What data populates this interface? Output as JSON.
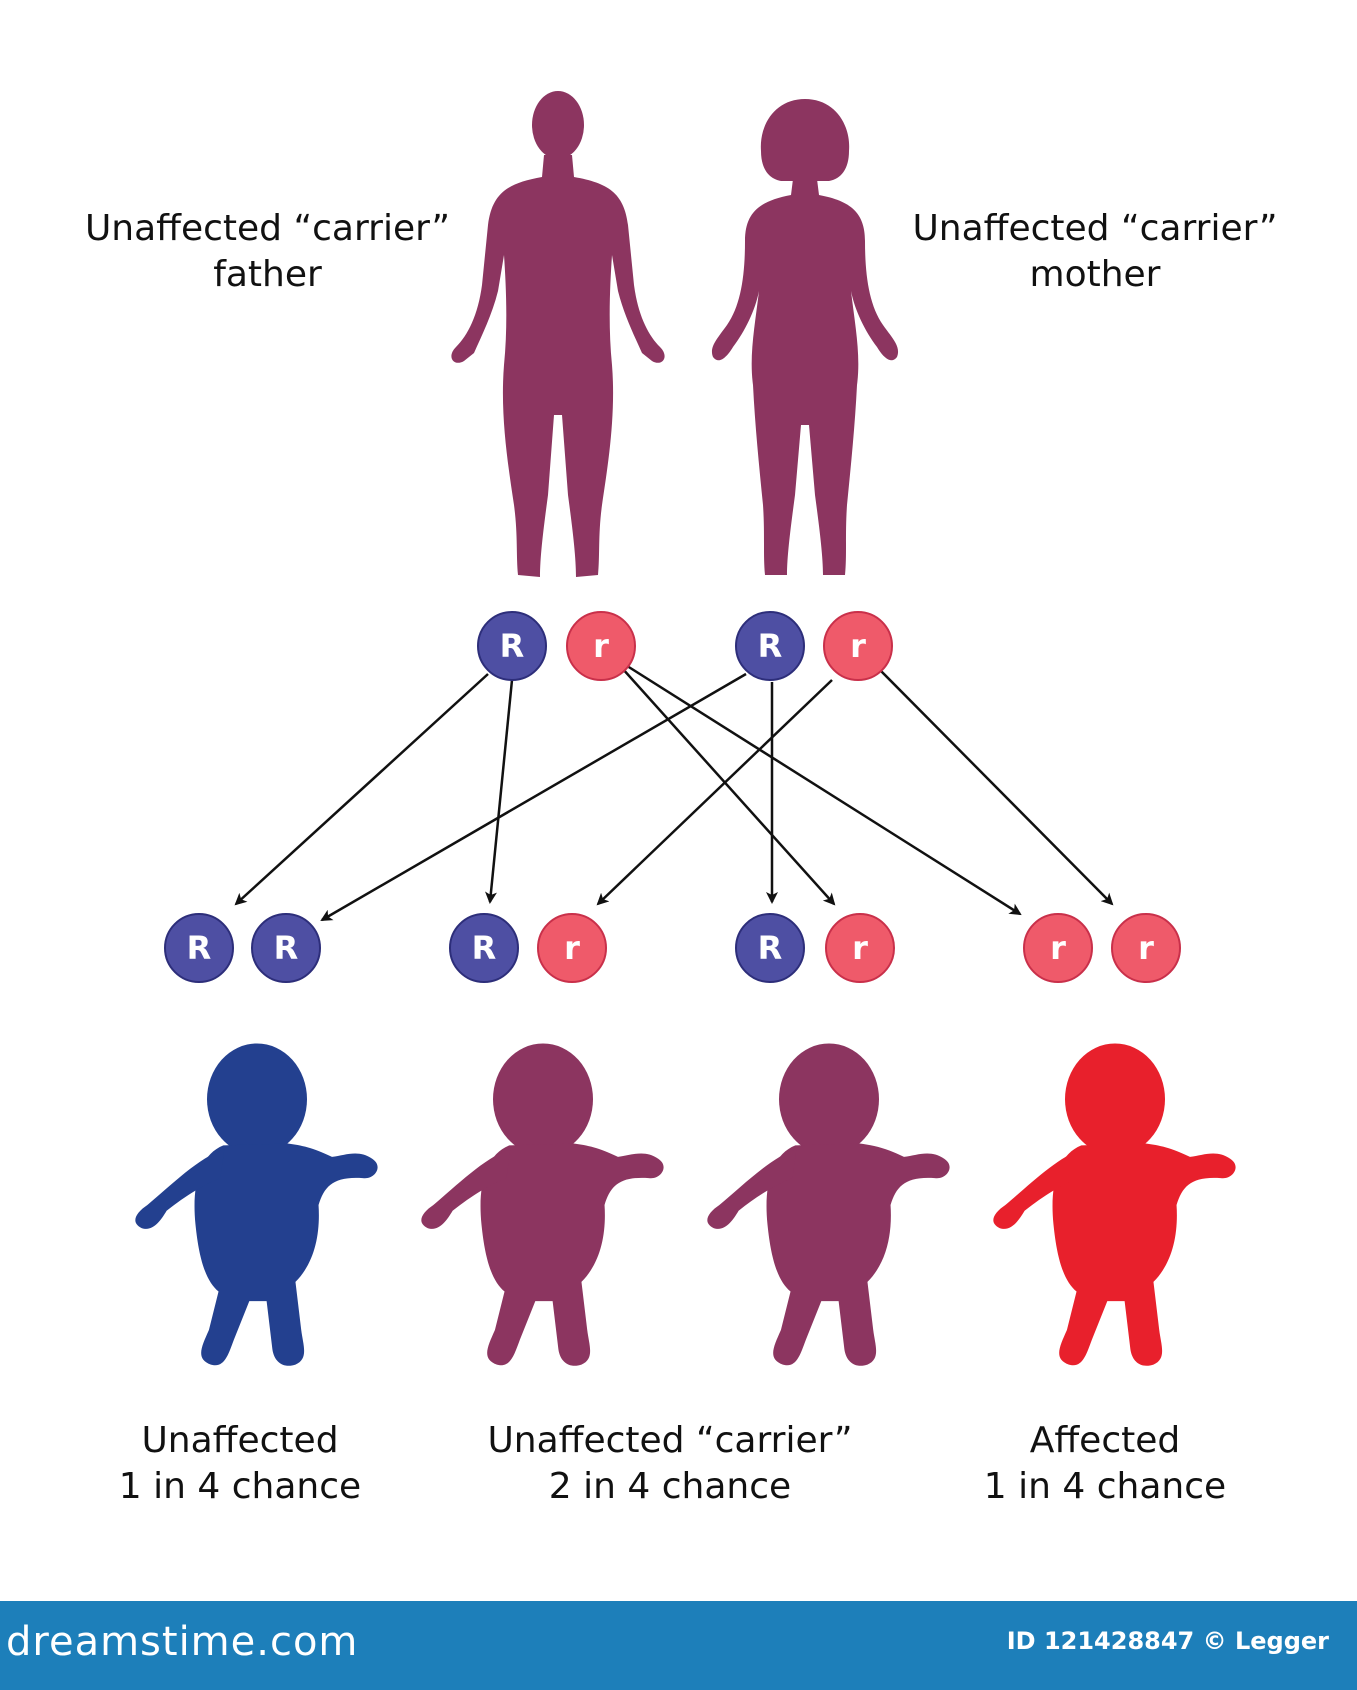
{
  "colors": {
    "parent": "#8c3560",
    "dominant": "#4e4fa3",
    "recessive": "#ef5a6a",
    "child_unaffected": "#23408f",
    "child_carrier": "#8c3560",
    "child_affected": "#e8202c",
    "footer": "#1d7fba",
    "arrow": "#111111"
  },
  "parents": {
    "father": {
      "label": "Unaffected “carrier”\nfather",
      "alleles": [
        "R",
        "r"
      ]
    },
    "mother": {
      "label": "Unaffected “carrier”\nmother",
      "alleles": [
        "R",
        "r"
      ]
    }
  },
  "offspring_genotypes": [
    [
      "R",
      "R"
    ],
    [
      "R",
      "r"
    ],
    [
      "R",
      "r"
    ],
    [
      "r",
      "r"
    ]
  ],
  "children": [
    {
      "status": "unaffected",
      "icon": "baby-silhouette-icon"
    },
    {
      "status": "carrier",
      "icon": "baby-silhouette-icon"
    },
    {
      "status": "carrier",
      "icon": "baby-silhouette-icon"
    },
    {
      "status": "affected",
      "icon": "baby-silhouette-icon"
    }
  ],
  "outcomes": {
    "unaffected": "Unaffected\n1 in 4 chance",
    "carrier": "Unaffected “carrier”\n2 in 4 chance",
    "affected": "Affected\n1 in 4 chance"
  },
  "footer": {
    "brand": "dreamstime.com",
    "stock_id": "ID 121428847 © Legger"
  }
}
